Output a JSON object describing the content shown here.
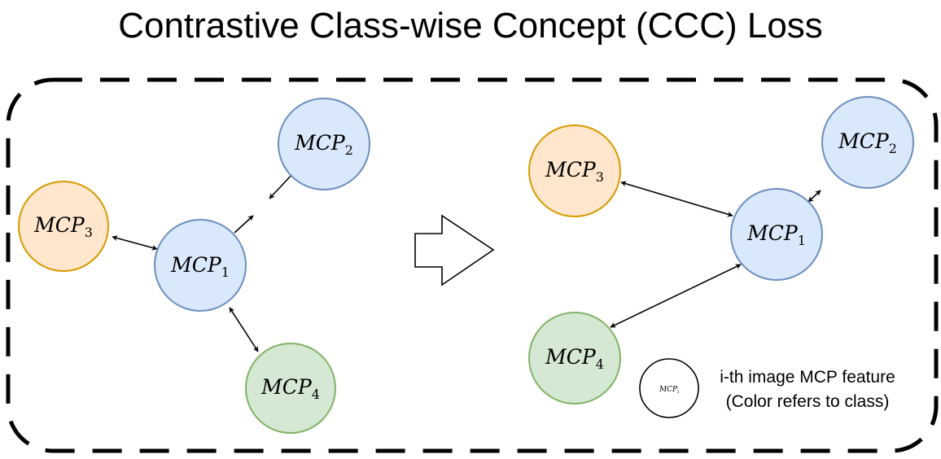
{
  "title": "Contrastive Class-wise Concept (CCC) Loss",
  "colors": {
    "blue_fill": "#dae8fc",
    "blue_stroke": "#6c8ebf",
    "orange_fill": "#ffe6cc",
    "orange_stroke": "#d79b00",
    "green_fill": "#d5e8d4",
    "green_stroke": "#82b366",
    "legend_fill": "#ffffff",
    "legend_stroke": "#000000"
  },
  "before": {
    "nodes": {
      "mcp1": {
        "base": "MCP",
        "sub": "1"
      },
      "mcp2": {
        "base": "MCP",
        "sub": "2"
      },
      "mcp3": {
        "base": "MCP",
        "sub": "3"
      },
      "mcp4": {
        "base": "MCP",
        "sub": "4"
      }
    }
  },
  "after": {
    "nodes": {
      "mcp1": {
        "base": "MCP",
        "sub": "1"
      },
      "mcp2": {
        "base": "MCP",
        "sub": "2"
      },
      "mcp3": {
        "base": "MCP",
        "sub": "3"
      },
      "mcp4": {
        "base": "MCP",
        "sub": "4"
      }
    }
  },
  "legend": {
    "node": {
      "base": "MCP",
      "sub": "i"
    },
    "line1": "i-th image MCP feature",
    "line2": "(Color refers to class)"
  }
}
